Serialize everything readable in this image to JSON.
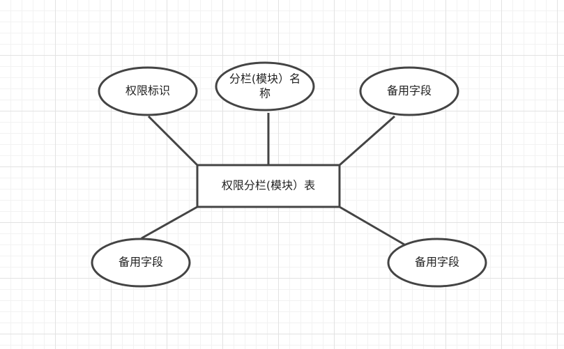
{
  "diagram": {
    "entity": {
      "label": "权限分栏(模块）表"
    },
    "attributes": [
      {
        "label_line1": "权限标识",
        "label_line2": ""
      },
      {
        "label_line1": "分栏(模块）名",
        "label_line2": "称"
      },
      {
        "label_line1": "备用字段",
        "label_line2": ""
      },
      {
        "label_line1": "备用字段",
        "label_line2": ""
      },
      {
        "label_line1": "备用字段",
        "label_line2": ""
      }
    ],
    "colors": {
      "stroke": "#444444",
      "fill": "#ffffff",
      "text": "#222222",
      "grid": "#e2e2e2"
    }
  }
}
